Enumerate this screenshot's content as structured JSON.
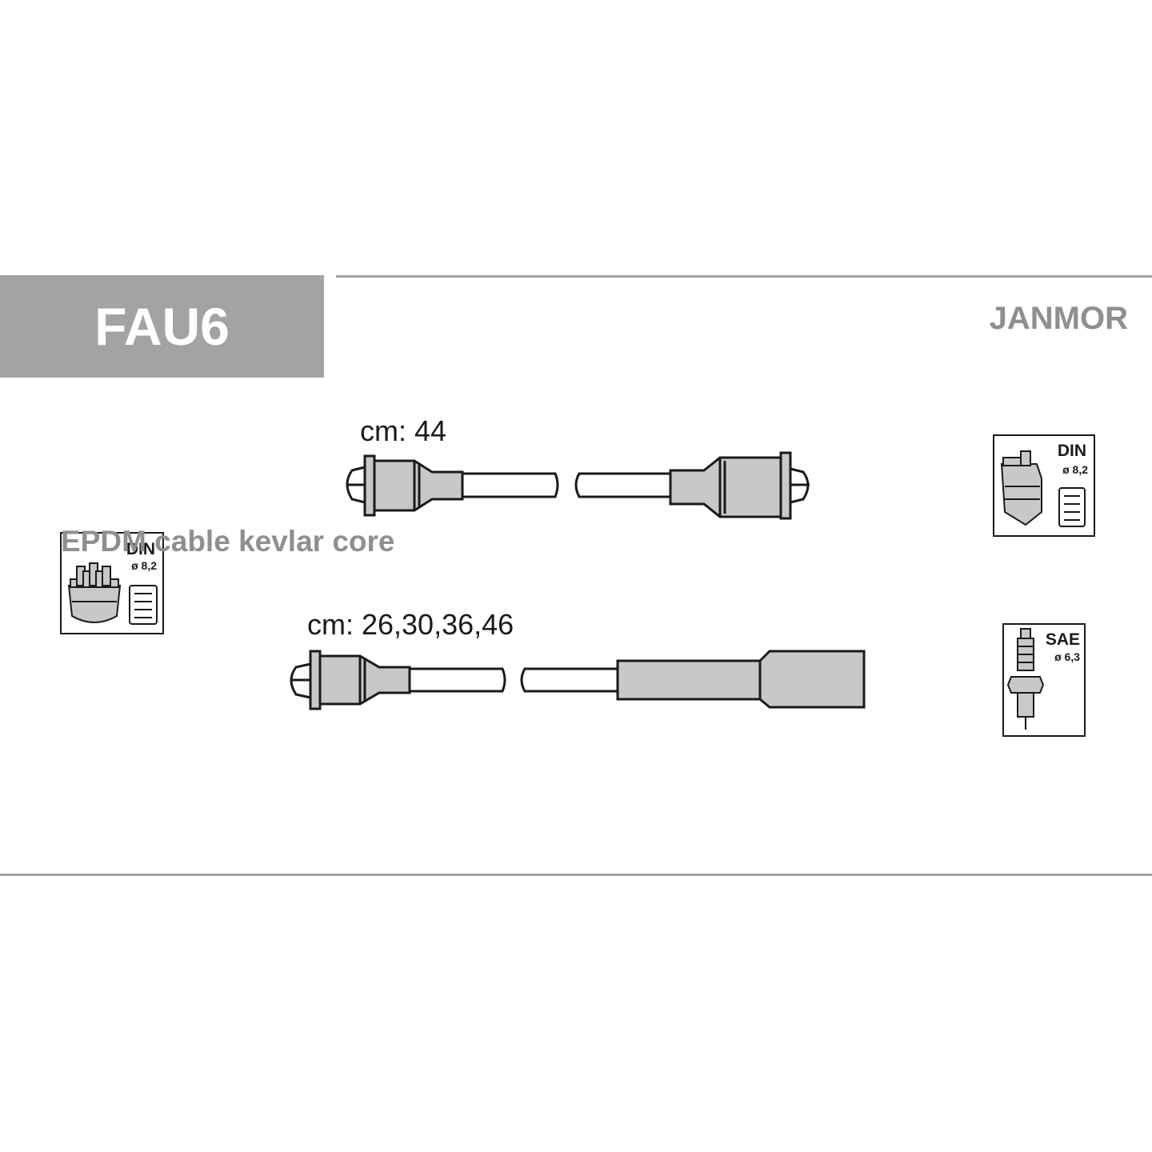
{
  "header": {
    "code": "FAU6",
    "brand": "JANMOR"
  },
  "cables": [
    {
      "length_label": "cm: 44"
    },
    {
      "length_label": "cm: 26,30,36,46"
    }
  ],
  "connectors": {
    "distributor_left": {
      "standard": "DIN",
      "size": "ø 8,2"
    },
    "coil_right": {
      "standard": "DIN",
      "size": "ø 8,2"
    },
    "spark_plug": {
      "standard": "SAE",
      "size": "ø 6,3"
    }
  },
  "footer": {
    "note": "EPDM cable kevlar core"
  },
  "colors": {
    "header_bg": "#a3a3a3",
    "part_fill": "#c8c8c8",
    "outline": "#1a1a1a",
    "gray_text": "#8f8f8f"
  }
}
